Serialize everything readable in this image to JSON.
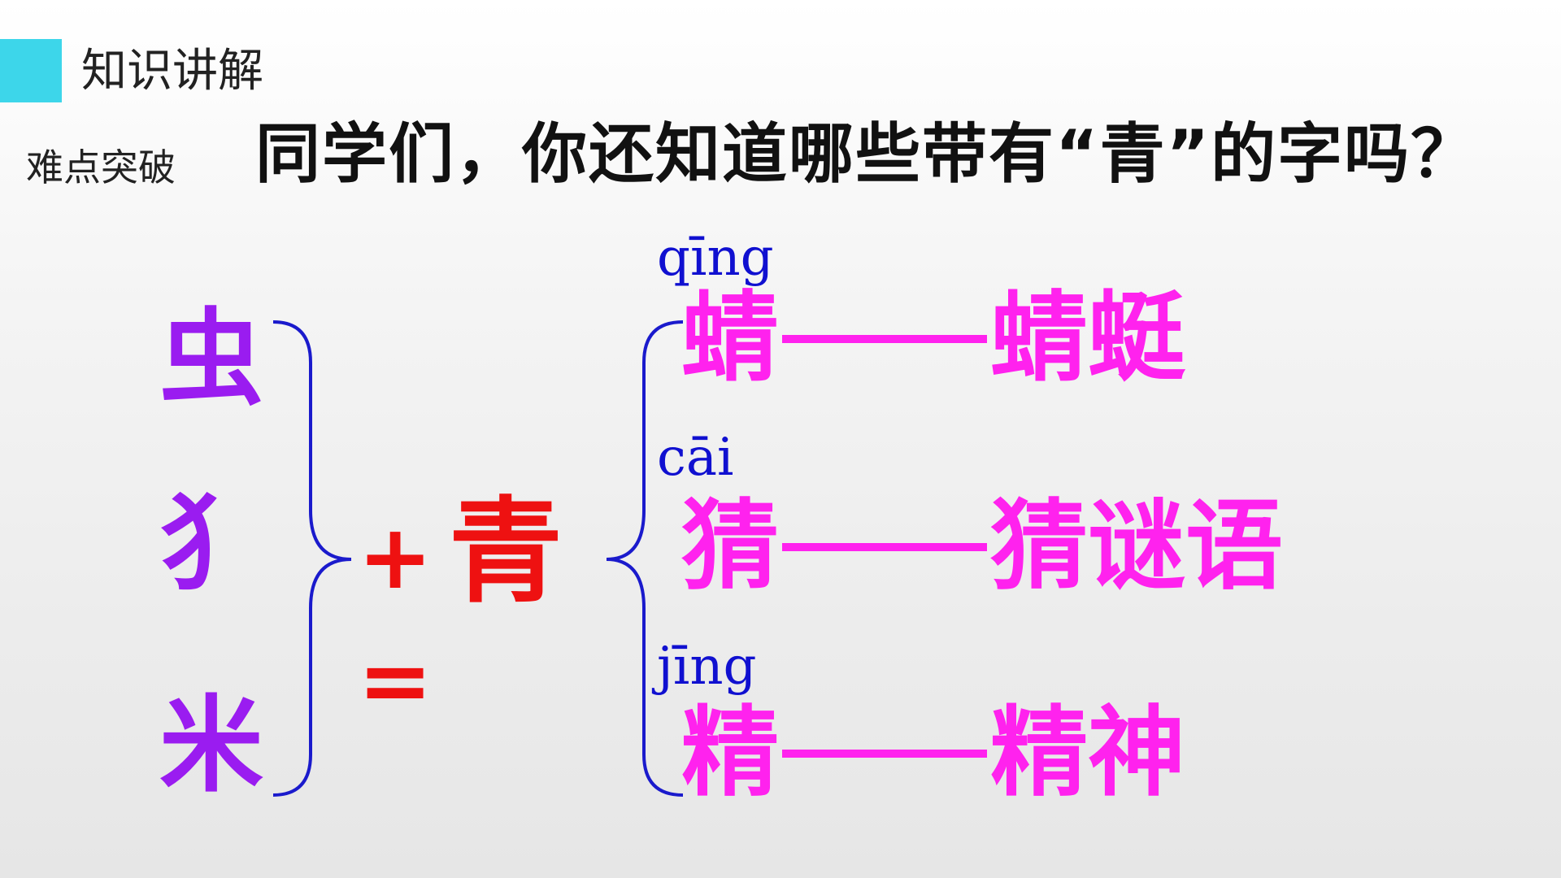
{
  "header": {
    "section_title": "知识讲解",
    "subsection_label": "难点突破",
    "question": "同学们，你还知道哪些带有“青”的字吗？"
  },
  "diagram": {
    "radicals": [
      "虫",
      "犭",
      "米"
    ],
    "plus": "+",
    "equals": "=",
    "base_char": "青",
    "results": [
      {
        "pinyin": "qīng",
        "char": "蜻",
        "word": "蜻蜓"
      },
      {
        "pinyin": "cāi",
        "char": "猜",
        "word": "猜谜语"
      },
      {
        "pinyin": "jīng",
        "char": "精",
        "word": "精神"
      }
    ]
  },
  "colors": {
    "accent": "#3dd6ea",
    "radical": "#9a1cf0",
    "operator": "#ee1111",
    "base": "#ee1111",
    "pinyin": "#1010d0",
    "result": "#ff22ee",
    "brace": "#1a1acc"
  }
}
